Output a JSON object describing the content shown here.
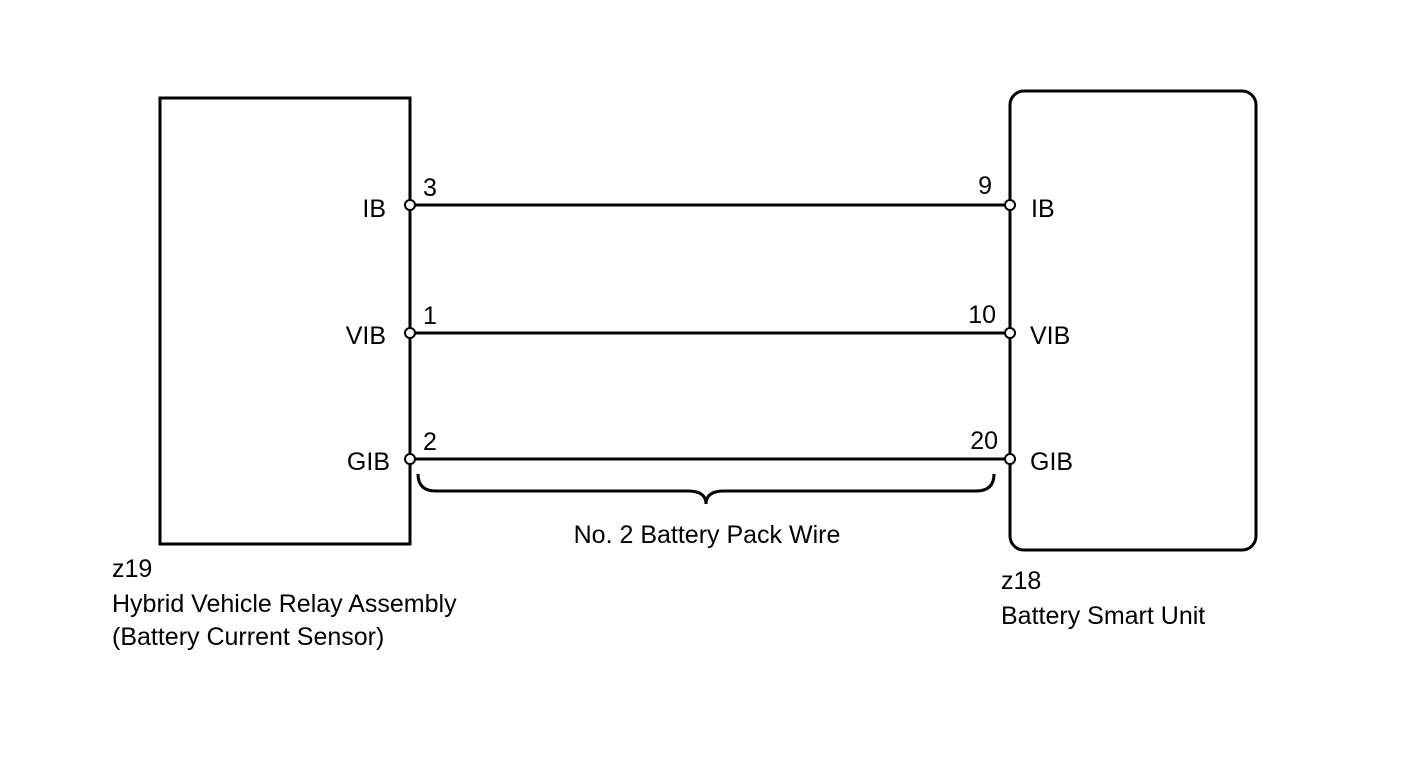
{
  "left_component": {
    "code": "z19",
    "name": "Hybrid Vehicle Relay Assembly",
    "subname": "(Battery Current Sensor)",
    "pins": [
      {
        "label": "IB",
        "number": "3"
      },
      {
        "label": "VIB",
        "number": "1"
      },
      {
        "label": "GIB",
        "number": "2"
      }
    ]
  },
  "right_component": {
    "code": "z18",
    "name": "Battery Smart Unit",
    "pins": [
      {
        "label": "IB",
        "number": "9"
      },
      {
        "label": "VIB",
        "number": "10"
      },
      {
        "label": "GIB",
        "number": "20"
      }
    ]
  },
  "harness": {
    "label": "No. 2 Battery Pack Wire"
  }
}
